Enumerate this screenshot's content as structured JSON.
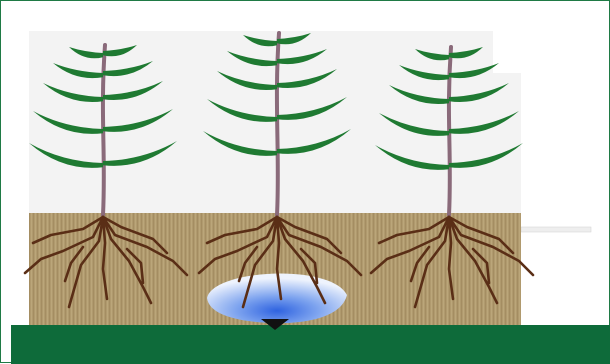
{
  "diagram": {
    "plants": [
      {
        "id": "left"
      },
      {
        "id": "center"
      },
      {
        "id": "right"
      }
    ],
    "colors": {
      "frame_border": "#1f7a45",
      "sky": "#f3f3f3",
      "soil": "#b09a6e",
      "ground_band": "#0e6b3a",
      "leaf": "#1f7a32",
      "stem": "#8a6a7a",
      "root": "#5a2e16",
      "water_light": "#dfe9fb",
      "water_dark": "#2f63e0",
      "emitter": "#111111"
    },
    "icons": [
      "plant-icon",
      "roots-icon",
      "water-drop-icon",
      "drip-emitter-icon"
    ]
  }
}
